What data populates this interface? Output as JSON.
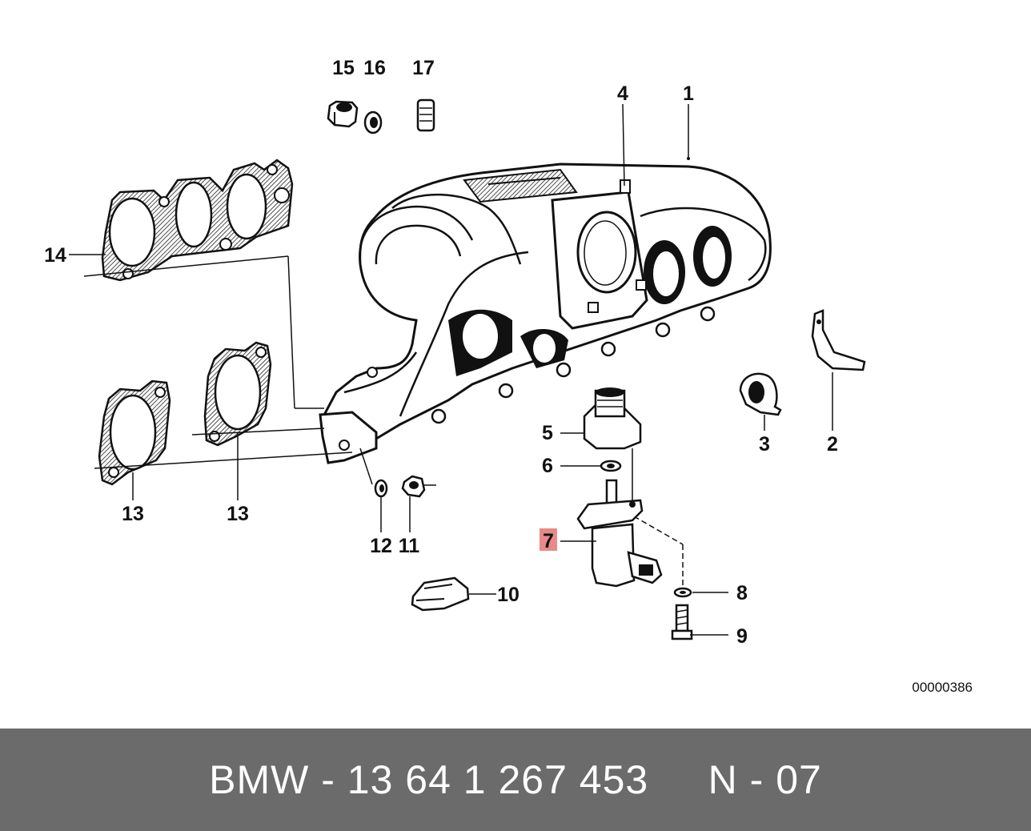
{
  "callouts": {
    "c1": "1",
    "c2": "2",
    "c3": "3",
    "c4": "4",
    "c5": "5",
    "c6": "6",
    "c7": "7",
    "c8": "8",
    "c9": "9",
    "c10": "10",
    "c11": "11",
    "c12": "12",
    "c13a": "13",
    "c13b": "13",
    "c14": "14",
    "c15": "15",
    "c16": "16",
    "c17": "17"
  },
  "highlight_color": "#e88a8a",
  "diagram_ref": "00000386",
  "footer": {
    "text": "BMW - 13 64 1 267 453     N - 07"
  }
}
